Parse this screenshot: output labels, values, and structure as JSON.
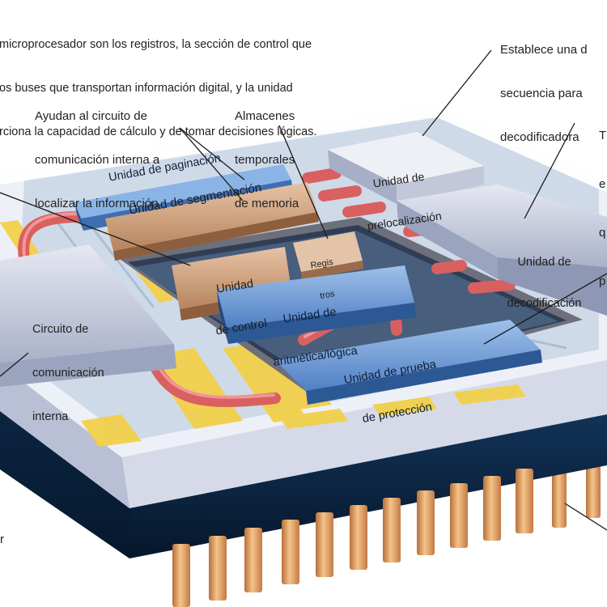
{
  "intro": {
    "line1": "microprocesador son los registros, la sección de control que",
    "line2": "os buses que transportan información digital, y la unidad",
    "line3": "rciona la capacidad de cálculo y de tomar decisiones lógicas."
  },
  "callouts": {
    "establece": {
      "line1": "Establece una d",
      "line2": "secuencia para",
      "line3": "decodificadora"
    },
    "ayudan": {
      "line1": "Ayudan al circuito de",
      "line2": "comunicación interna a",
      "line3": "localizar la información"
    },
    "almacenes": {
      "line1": "Almacenes",
      "line2": "temporales",
      "line3": "de memoria"
    },
    "right_partial": {
      "line1": "T",
      "line2": "e",
      "line3": "q",
      "line4": "p"
    },
    "left_partial": {
      "mark": "r"
    }
  },
  "blocks": {
    "paginacion": "Unidad de paginación",
    "segmentacion": "Unidad de segmentación",
    "prelocalizacion": {
      "line1": "Unidad de",
      "line2": "prelocalización"
    },
    "decodificacion": {
      "line1": "Unidad de",
      "line2": "decodificación"
    },
    "control": {
      "line1": "Unidad",
      "line2": "de control"
    },
    "registros": {
      "line1": "Regis",
      "line2": "tros"
    },
    "aritmetica": {
      "line1": "Unidad de",
      "line2": "aritmética/lógica"
    },
    "prueba": {
      "line1": "Unidad de prueba",
      "line2": "de protección"
    },
    "circuito": {
      "line1": "Circuito de",
      "line2": "comunicación",
      "line3": "interna"
    }
  },
  "colors": {
    "chip_base": "#0c2440",
    "pin": "#e8a867",
    "bus": "#d96060",
    "yellow_trace": "#f2d04a",
    "blue_block": "#6e9cd6",
    "brown_block": "#c89a78",
    "grey_block": "#c7ccdc"
  }
}
